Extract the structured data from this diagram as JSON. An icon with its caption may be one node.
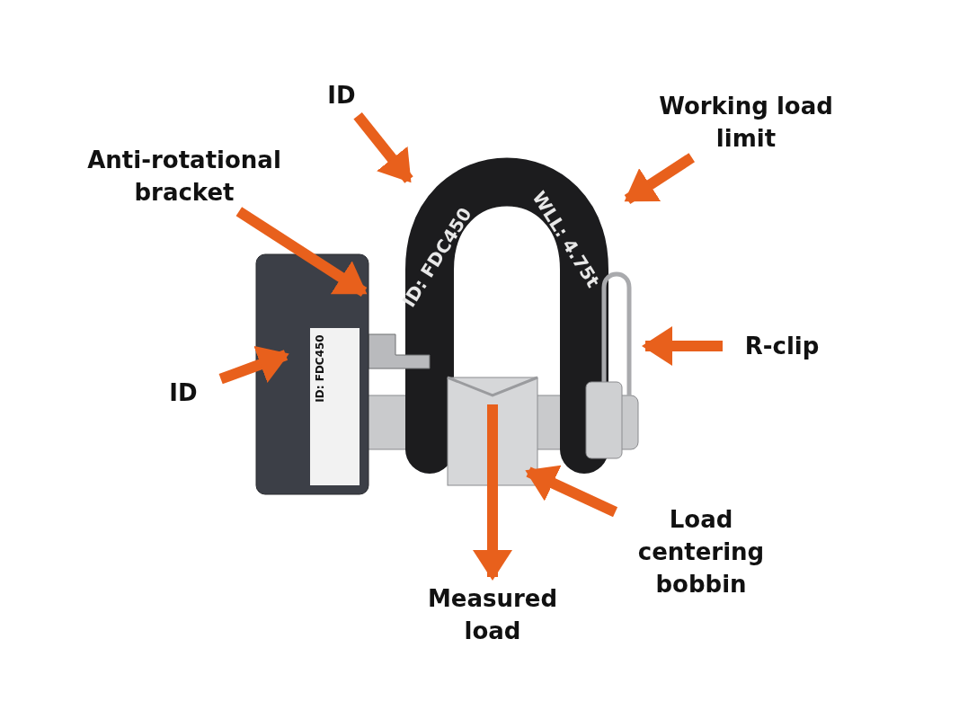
{
  "diagram": {
    "nodes": [
      {
        "text": [
          "ID"
        ]
      },
      {
        "text": [
          "Working load limit"
        ]
      },
      {
        "text": [
          "Anti-rotational bracket"
        ]
      },
      {
        "text": [
          "R-clip"
        ]
      },
      {
        "text": [
          "ID"
        ]
      },
      {
        "text": [
          "Load centering bobbin"
        ]
      },
      {
        "text": [
          "Measured load"
        ]
      }
    ],
    "edges": [
      {
        "from": 0,
        "to": null,
        "arrow": "to"
      },
      {
        "from": 1,
        "to": null,
        "arrow": "to"
      },
      {
        "from": 2,
        "to": null,
        "arrow": "to"
      },
      {
        "from": 3,
        "to": null,
        "arrow": "to"
      },
      {
        "from": 4,
        "to": null,
        "arrow": "to"
      },
      {
        "from": 5,
        "to": null,
        "arrow": "to"
      },
      {
        "from": null,
        "to": 6,
        "arrow": "to"
      }
    ],
    "labels": [
      "ID: FDC450",
      "WLL: 4.75t",
      "ID: FDC450"
    ]
  }
}
